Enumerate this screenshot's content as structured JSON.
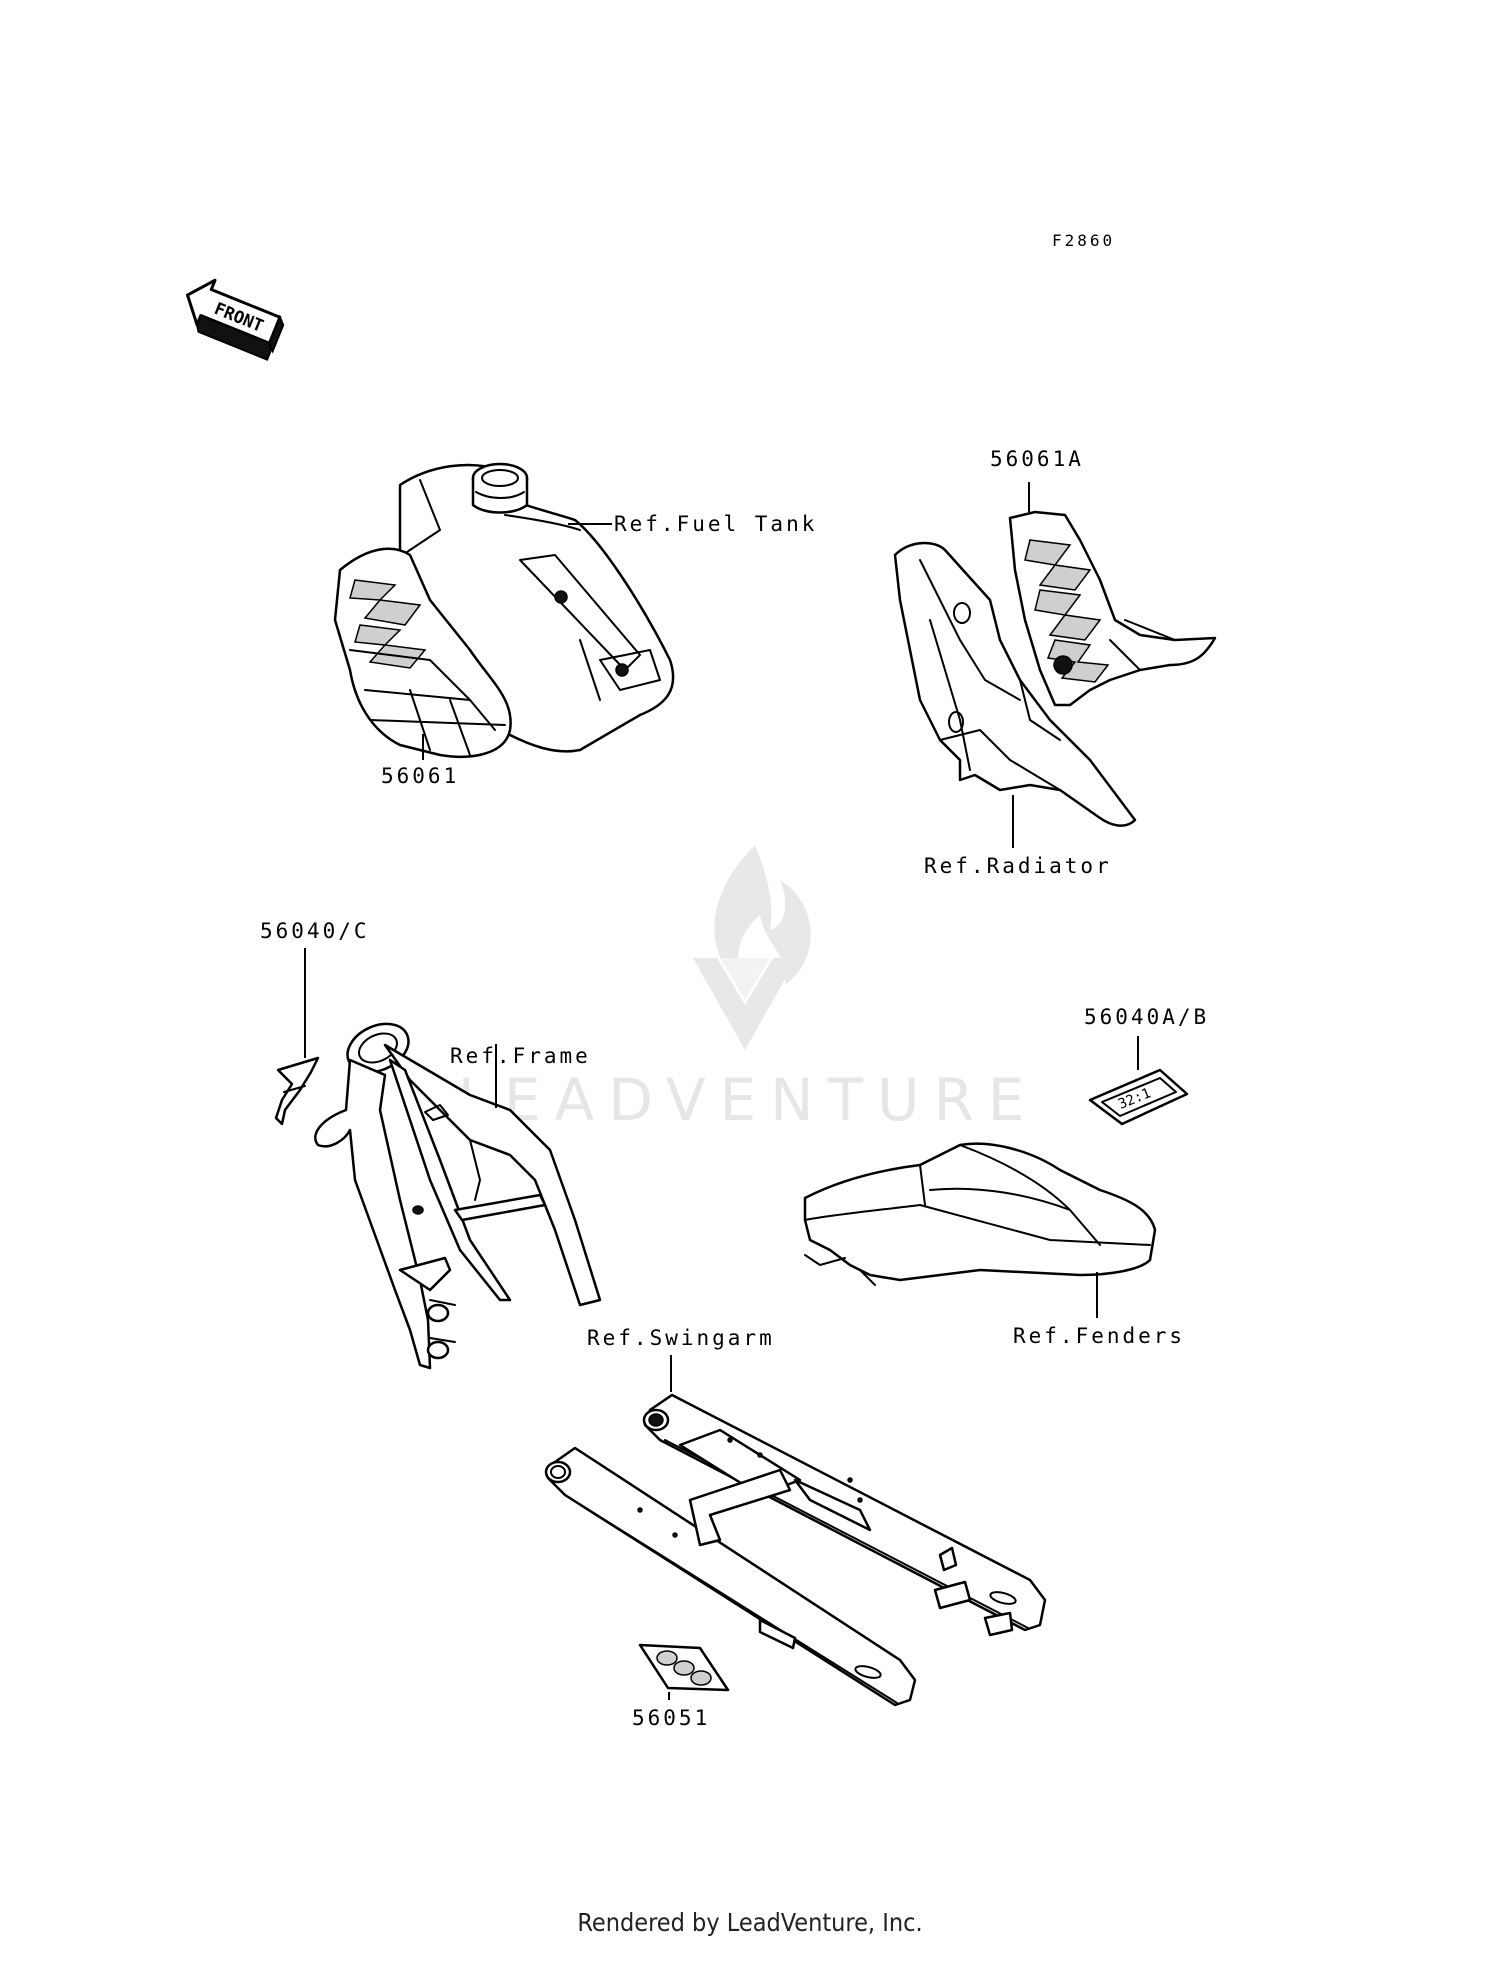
{
  "figure_code": "F2860",
  "front_arrow": {
    "text": "FRONT",
    "icon": "front-arrow-icon"
  },
  "labels": {
    "fuel_tank": "Ref.Fuel Tank",
    "part_56061": "56061",
    "part_56061A": "56061A",
    "radiator": "Ref.Radiator",
    "part_56040C": "56040/C",
    "frame": "Ref.Frame",
    "part_56040AB": "56040A/B",
    "decal_text": "32:1",
    "fenders": "Ref.Fenders",
    "swingarm": "Ref.Swingarm",
    "part_56051": "56051"
  },
  "watermark": {
    "text": "LEADVENTURE",
    "icon": "leadventure-flame-logo-icon"
  },
  "footer": "Rendered by LeadVenture, Inc."
}
